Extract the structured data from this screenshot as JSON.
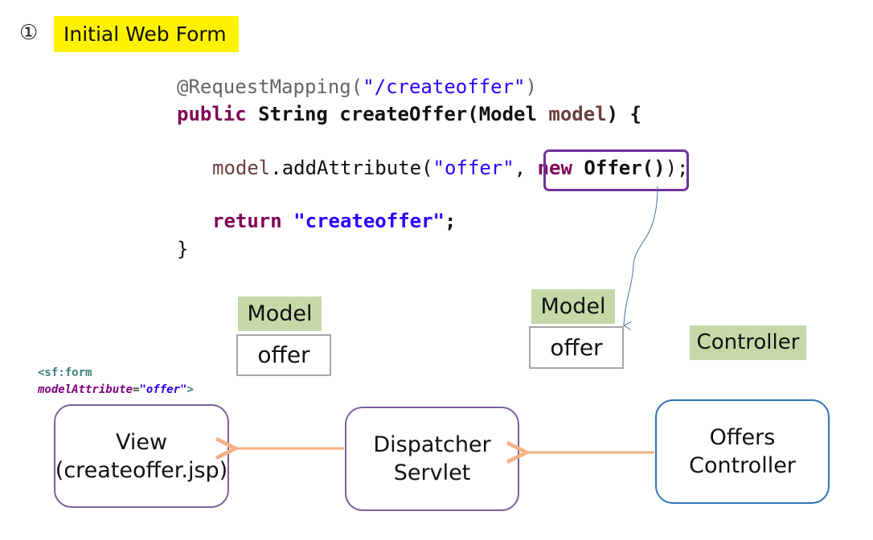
{
  "heading": {
    "step_number": "①",
    "title": "Initial Web Form"
  },
  "code": {
    "line1": {
      "annotation": "@RequestMapping(",
      "path": "\"/createoffer\"",
      "close": ")"
    },
    "line2": {
      "kw_public": "public",
      "type_string": " String ",
      "method": "createOffer(Model ",
      "param": "model",
      "tail": ") {"
    },
    "line3": {
      "receiver": "model",
      "call": ".addAttribute(",
      "key": "\"offer\"",
      "comma": ", ",
      "kw_new": "new",
      "ctor": " Offer()",
      "end": ");"
    },
    "line4": {
      "kw_return": "return",
      "space": " ",
      "value": "\"createoffer\"",
      "end": ";"
    },
    "line5": "}"
  },
  "labels": {
    "model_left": "Model",
    "offer_left": "offer",
    "model_right": "Model",
    "offer_right": "offer",
    "controller": "Controller"
  },
  "sf_form": {
    "tag_open": "<sf:form",
    "attr_name": "modelAttribute",
    "equals": "=",
    "attr_value": "\"offer\"",
    "tag_close": ">"
  },
  "nodes": {
    "view_line1": "View",
    "view_line2": "(createoffer.jsp)",
    "dispatcher_line1": "Dispatcher",
    "dispatcher_line2": "Servlet",
    "offers_line1": "Offers",
    "offers_line2": "Controller"
  },
  "colors": {
    "title_highlight": "#fff200",
    "label_green": "#c5d9a8",
    "code_highlight_border": "#7030a0",
    "arrow_orange": "#f4b183",
    "view_dispatcher_border": "#7a5f9a",
    "offers_border": "#2e75b6",
    "thin_arrow": "#4a6fa5"
  }
}
